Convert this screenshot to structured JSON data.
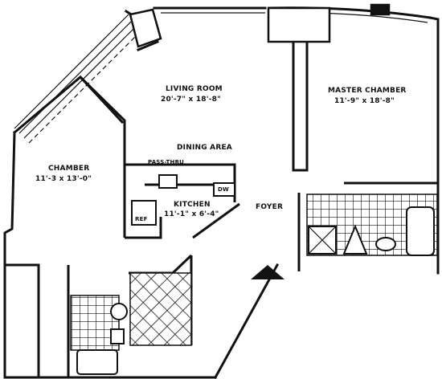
{
  "rooms": {
    "living": {
      "name": "LIVING ROOM",
      "dims": "20'-7\" x 18'-8\""
    },
    "master": {
      "name": "MASTER CHAMBER",
      "dims": "11'-9\" x 18'-8\""
    },
    "chamber": {
      "name": "CHAMBER",
      "dims": "11'-3 x 13'-0\""
    },
    "dining": {
      "name": "DINING AREA"
    },
    "kitchen": {
      "name": "KITCHEN",
      "dims": "11'-1\" x 6'-4\""
    },
    "foyer": {
      "name": "FOYER"
    }
  },
  "fixtures": {
    "passthru": "PASS-THRU",
    "dw": "DW",
    "ref": "REF"
  },
  "colors": {
    "ink": "#111111",
    "paper": "#ffffff"
  }
}
